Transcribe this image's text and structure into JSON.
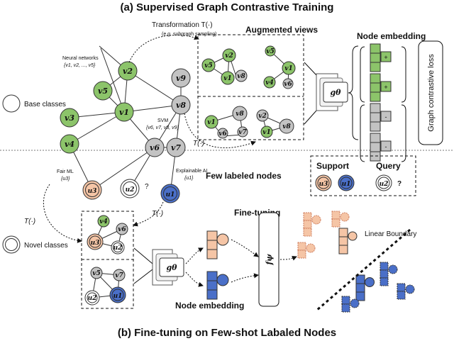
{
  "titles": {
    "top": "(a) Supervised Graph Contrastive Training",
    "bottom": "(b) Fine-tuning on Few-shot Labaled Nodes"
  },
  "labels": {
    "transformation": "Transformation T(·)",
    "transformation_example": "(e.g. subgraph sampling)",
    "augmented_views": "Augmented views",
    "node_embedding_top": "Node embedding",
    "graph_contrastive_loss": "Graph contrastive loss",
    "neural_networks": "Neural networks",
    "neural_networks_set": "{v1, v2, ..., v5}",
    "svm": "SVM",
    "svm_set": "{v6, v7, v8, v9}",
    "fair_ml": "Fair ML",
    "fair_ml_set": "{u3}",
    "explainable_ai": "Explainable AI",
    "explainable_ai_set": "{u1}",
    "base_classes": "Base classes",
    "novel_classes": "Novel classes",
    "few_labeled_nodes": "Few labeled nodes",
    "support": "Support",
    "query": "Query",
    "fine_tuning": "Fine-tuning",
    "linear_boundary": "Linear Boundary",
    "node_embedding_bottom": "Node embedding",
    "encoder": "gθ",
    "classifier": "fψ",
    "t_op": "T(·)",
    "question": "?",
    "plus": "+",
    "minus": "-"
  },
  "nodes": {
    "v1": "v1",
    "v2": "v2",
    "v3": "v3",
    "v4": "v4",
    "v5": "v5",
    "v6": "v6",
    "v7": "v7",
    "v8": "v8",
    "v9": "v9",
    "u1": "u1",
    "u2": "u2",
    "u3": "u3"
  },
  "colors": {
    "green": "#8cc46a",
    "gray": "#c3c3c3",
    "orange": "#f5c5a6",
    "blue": "#4a6fc8",
    "ink": "#111111"
  }
}
